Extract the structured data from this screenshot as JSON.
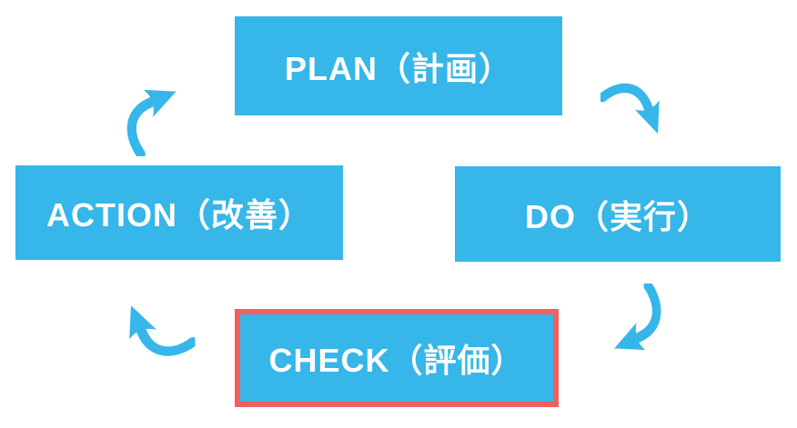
{
  "background": "#ffffff",
  "colors": {
    "page_bg": "#ffffff",
    "node_fill": "#36b6e9",
    "node_text": "#ffffff",
    "highlight_border": "#f15f5f"
  },
  "nodes": [
    {
      "id": "plan",
      "label": "PLAN（計画）",
      "highlighted": false
    },
    {
      "id": "do",
      "label": "DO（実行）",
      "highlighted": false
    },
    {
      "id": "check",
      "label": "CHECK（評価）",
      "highlighted": true
    },
    {
      "id": "action",
      "label": "ACTION（改善）",
      "highlighted": false
    }
  ],
  "arrows": [
    {
      "from": "action",
      "to": "plan"
    },
    {
      "from": "plan",
      "to": "do"
    },
    {
      "from": "do",
      "to": "check"
    },
    {
      "from": "check",
      "to": "action"
    }
  ]
}
